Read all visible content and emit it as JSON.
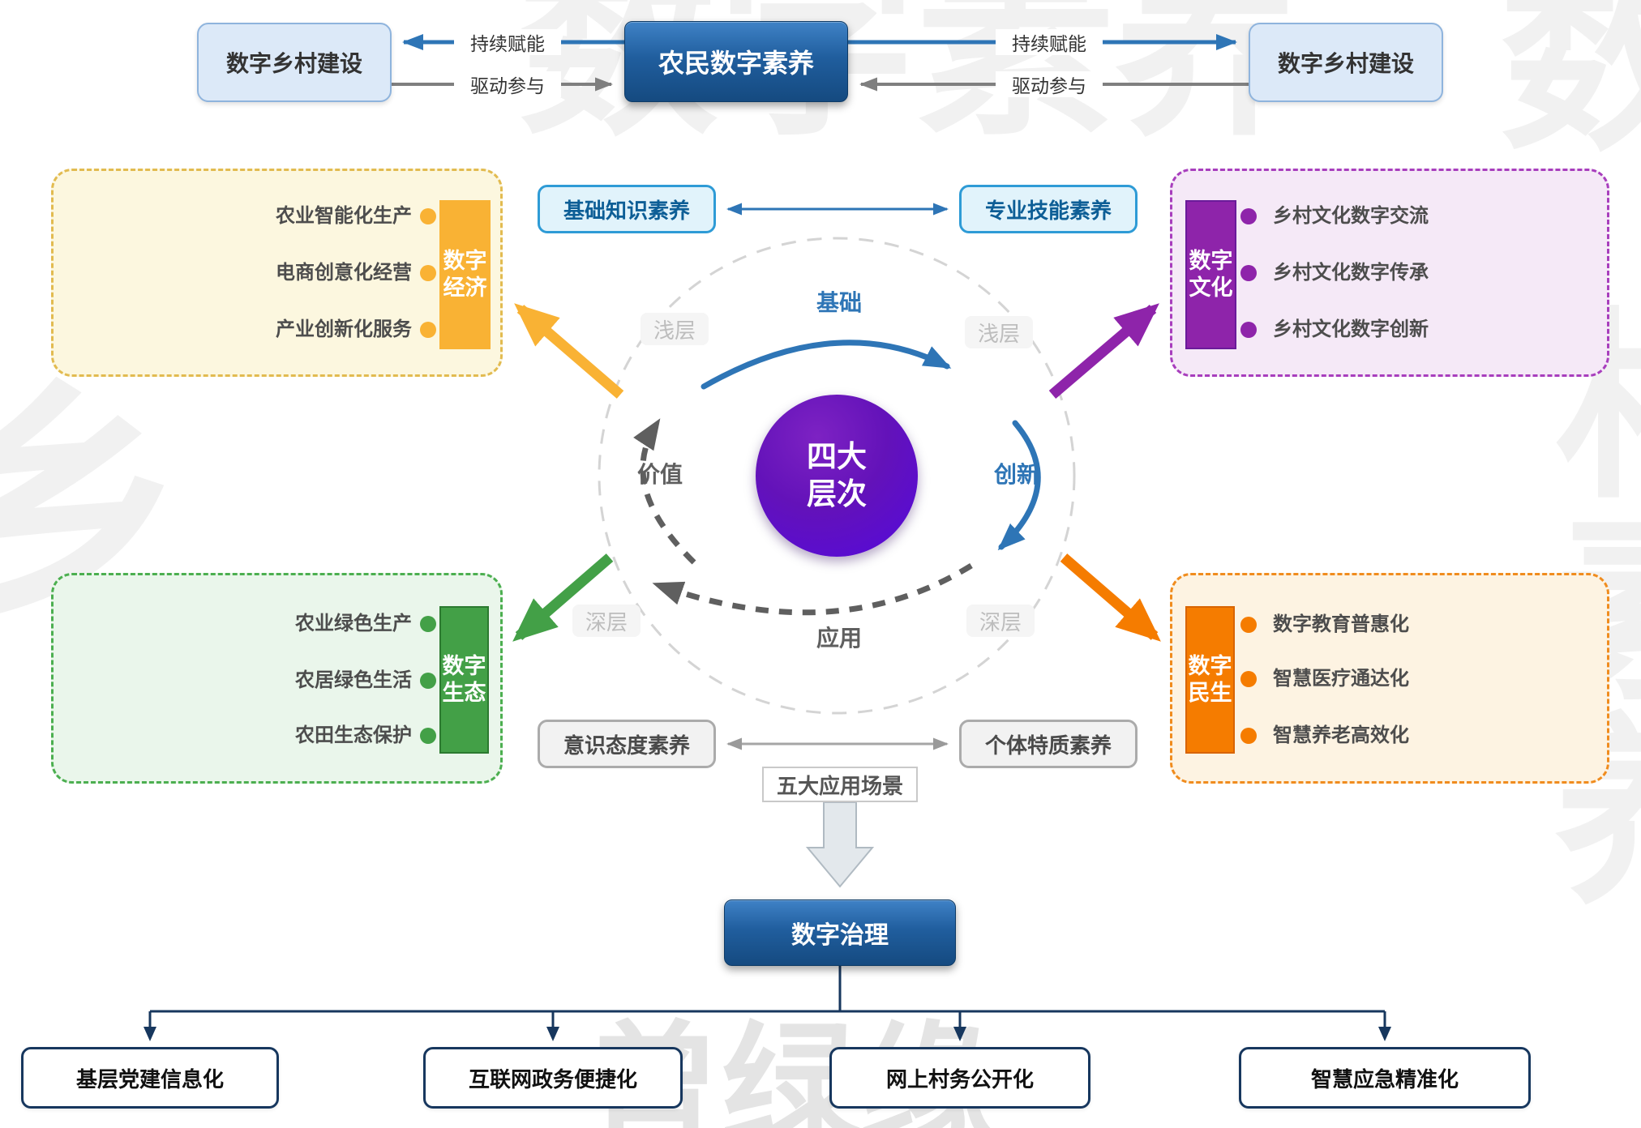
{
  "header": {
    "left_box": "数字乡村建设",
    "center_box": "农民数字素养",
    "right_box": "数字乡村建设",
    "enable_label_left": "持续赋能",
    "participate_label_left": "驱动参与",
    "enable_label_right": "持续赋能",
    "participate_label_right": "驱动参与"
  },
  "literacy": {
    "knowledge": "基础知识素养",
    "skills": "专业技能素养",
    "attitude": "意识态度素养",
    "traits": "个体特质素养"
  },
  "core": {
    "line1": "四大",
    "line2": "层次",
    "arc_basic": "基础",
    "arc_innovation": "创新",
    "arc_application": "应用",
    "arc_value": "价值",
    "shallow_left": "浅层",
    "shallow_right": "浅层",
    "deep_left": "深层",
    "deep_right": "深层"
  },
  "corners": {
    "economy": {
      "bar1": "数字",
      "bar2": "经济",
      "items": [
        "农业智能化生产",
        "电商创意化经营",
        "产业创新化服务"
      ]
    },
    "culture": {
      "bar1": "数字",
      "bar2": "文化",
      "items": [
        "乡村文化数字交流",
        "乡村文化数字传承",
        "乡村文化数字创新"
      ]
    },
    "ecology": {
      "bar1": "数字",
      "bar2": "生态",
      "items": [
        "农业绿色生产",
        "农居绿色生活",
        "农田生态保护"
      ]
    },
    "livelihood": {
      "bar1": "数字",
      "bar2": "民生",
      "items": [
        "数字教育普惠化",
        "智慧医疗通达化",
        "智慧养老高效化"
      ]
    }
  },
  "bottom": {
    "scenes_label": "五大应用场景",
    "governance": "数字治理",
    "branches": [
      "基层党建信息化",
      "互联网政务便捷化",
      "网上村务公开化",
      "智慧应急精准化"
    ]
  },
  "colors": {
    "primary_blue": "#2e75b6",
    "deep_blue_box": "#1d5a9b",
    "light_blue_fill": "#dce9f8",
    "literacy_blue_fill": "#e1f3fb",
    "literacy_blue_border": "#2e9bd6",
    "gray_fill": "#f2f2f2",
    "economy_yellow": "#f9b234",
    "culture_purple": "#8e24aa",
    "ecology_green": "#43a047",
    "livelihood_orange": "#f57c00",
    "core_purple": "#5a0ae0",
    "tree_navy": "#17375e"
  },
  "watermarks": [
    "数字素养",
    "乡",
    "村素养",
    "曾绿缘",
    "数"
  ]
}
